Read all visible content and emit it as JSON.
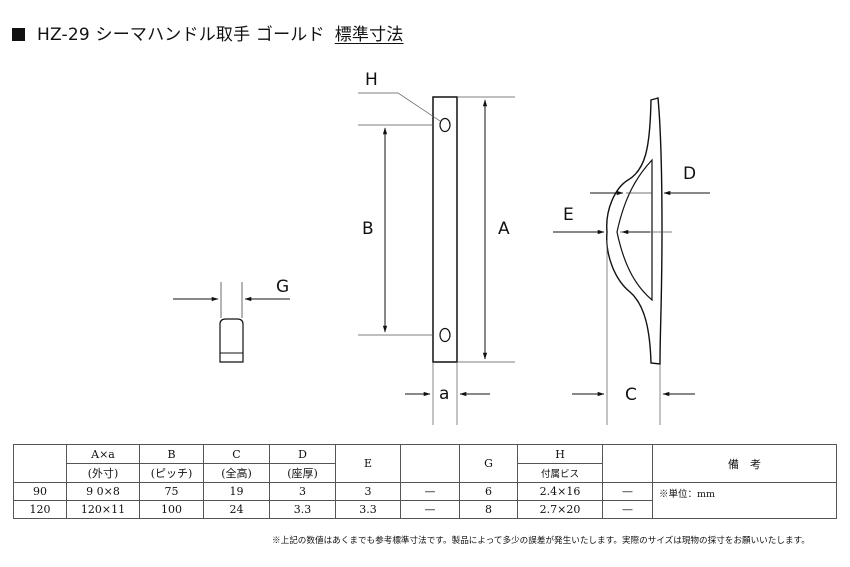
{
  "title": {
    "product": "HZ-29 シーマハンドル取手 ゴールド",
    "subtitle": "標準寸法"
  },
  "labels": {
    "H": "H",
    "B": "B",
    "A": "A",
    "D": "D",
    "E": "E",
    "G": "G",
    "a": "a",
    "C": "C"
  },
  "table": {
    "headers": [
      {
        "top": "",
        "bottom": ""
      },
      {
        "top": "A×a",
        "bottom": "(外寸)"
      },
      {
        "top": "B",
        "bottom": "(ピッチ)"
      },
      {
        "top": "C",
        "bottom": "(全高)"
      },
      {
        "top": "D",
        "bottom": "(座厚)"
      },
      {
        "top": "E",
        "bottom": ""
      },
      {
        "top": "",
        "bottom": ""
      },
      {
        "top": "G",
        "bottom": ""
      },
      {
        "top": "H",
        "bottom": "付属ビス"
      },
      {
        "top": "",
        "bottom": ""
      },
      {
        "top": "備　考",
        "bottom": ""
      }
    ],
    "rows": [
      [
        "90",
        "9 0×8",
        "75",
        "19",
        "3",
        "3",
        "—",
        "6",
        "2.4×16",
        "—"
      ],
      [
        "120",
        "120×11",
        "100",
        "24",
        "3.3",
        "3.3",
        "—",
        "8",
        "2.7×20",
        "—"
      ]
    ],
    "remark": "※単位：mm"
  },
  "footnote": "※上記の数値はあくまでも参考標準寸法です。製品によって多少の誤差が発生いたします。実際のサイズは現物の採寸をお願いいたします。"
}
